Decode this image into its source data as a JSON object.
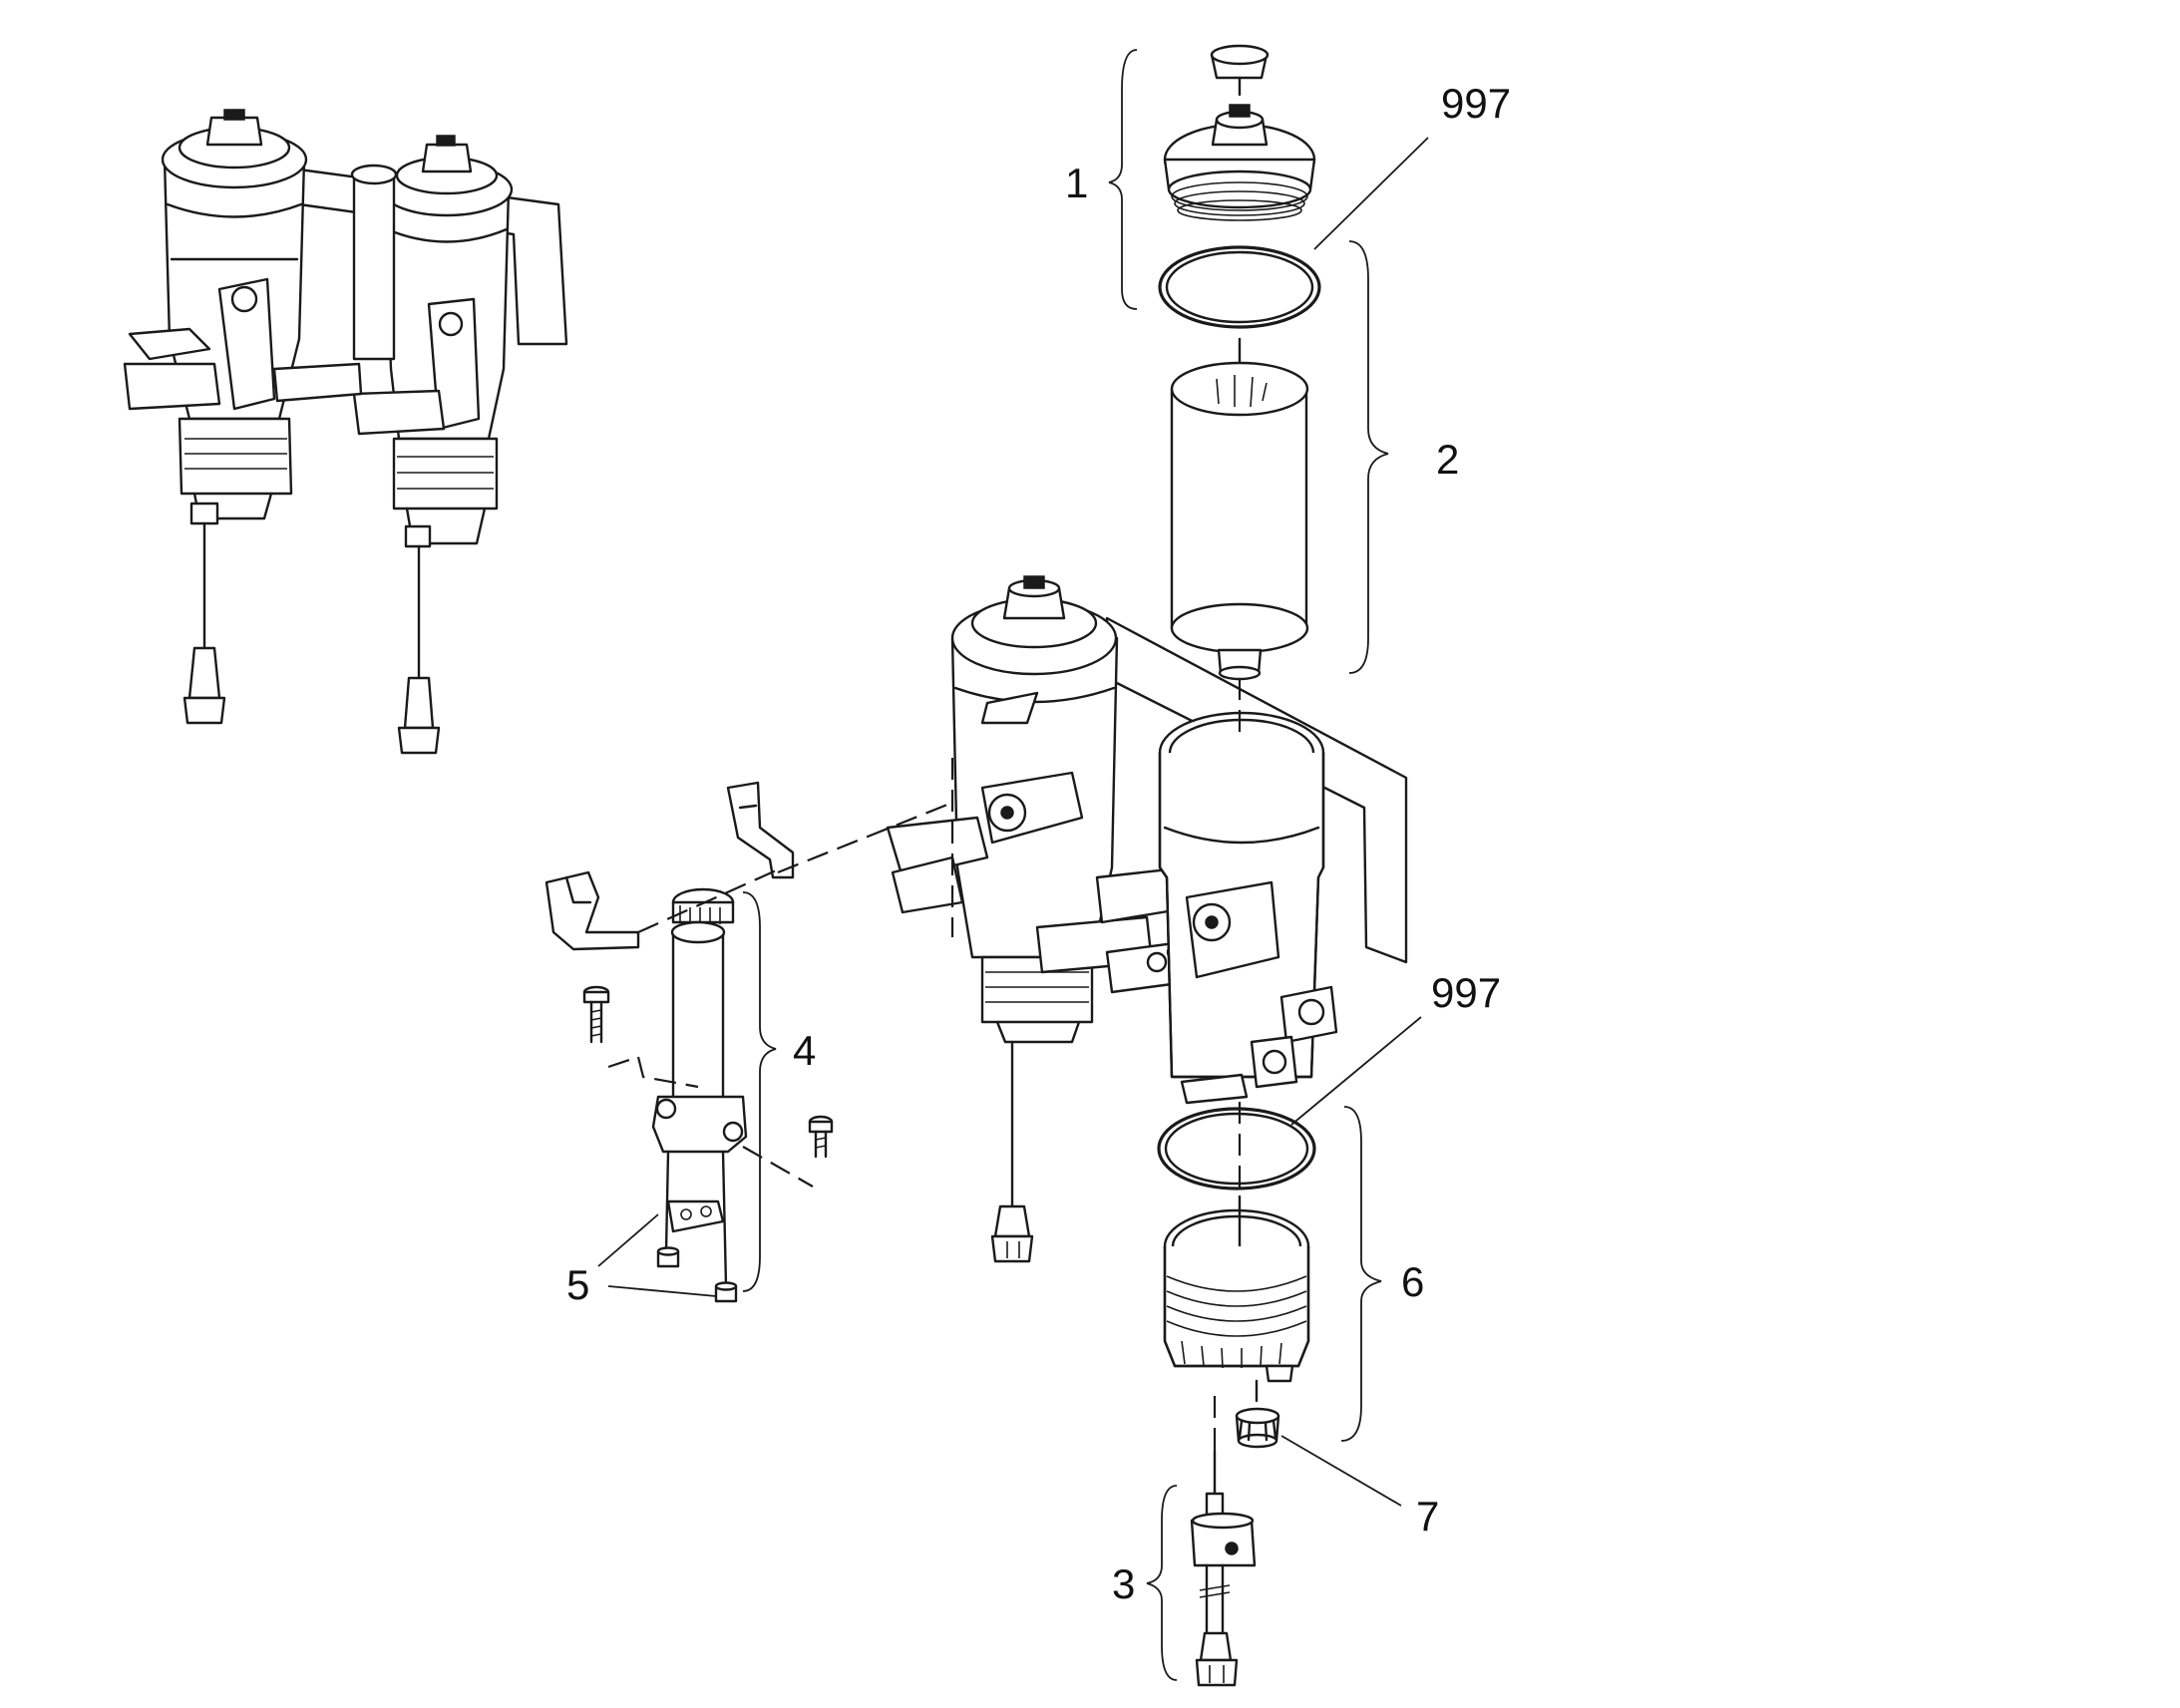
{
  "callouts": {
    "c1": "1",
    "c2": "2",
    "c3": "3",
    "c4": "4",
    "c5": "5",
    "c6": "6",
    "c7": "7",
    "c997a": "997",
    "c997b": "997"
  },
  "colors": {
    "line": "#1a1a1a",
    "background": "#ffffff"
  }
}
